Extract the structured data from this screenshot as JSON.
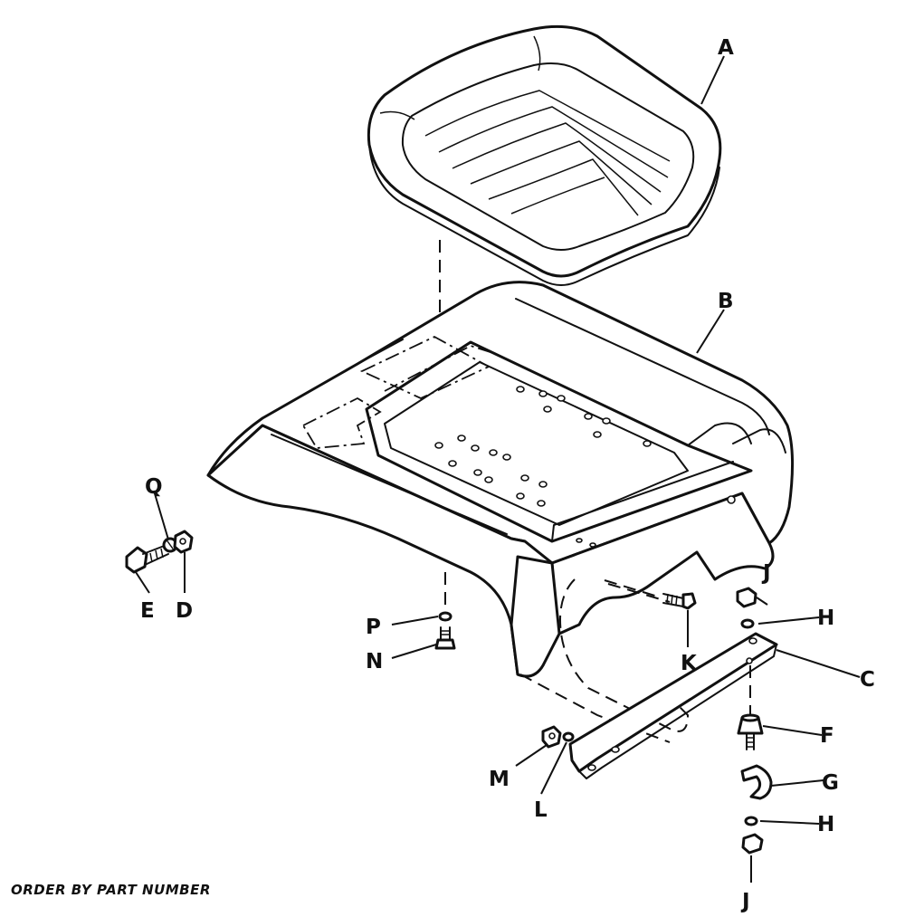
{
  "labels": {
    "A": "A",
    "B": "B",
    "C": "C",
    "D": "D",
    "E": "E",
    "F": "F",
    "G": "G",
    "H_top": "H",
    "H_bottom": "H",
    "J_top": "J",
    "J_bottom": "J",
    "K": "K",
    "L": "L",
    "M": "M",
    "N": "N",
    "P": "P",
    "Q": "Q"
  },
  "footer": {
    "order_note": "ORDER BY PART NUMBER"
  }
}
